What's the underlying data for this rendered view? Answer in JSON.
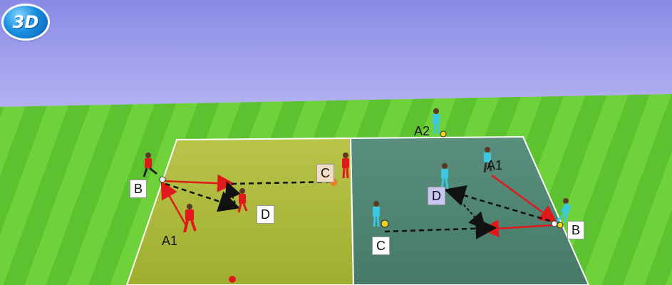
{
  "badge": {
    "label": "3D"
  },
  "labels": {
    "red_b": "B",
    "red_c": "C",
    "red_d": "D",
    "red_a1": "A1",
    "blue_a2": "A2",
    "blue_a1": "A1",
    "blue_d": "D",
    "blue_c": "C",
    "blue_b": "B"
  },
  "colors": {
    "sky": "#8f8fe8",
    "grass_light": "#6fd23a",
    "grass_dark": "#4fb028",
    "zone_left": "#a8b93c",
    "zone_right": "#4f8a78",
    "team_red": "#e01a1a",
    "team_blue": "#3cc8e0",
    "pass_line": "#e01a1a",
    "run_line": "#111111",
    "ball": "#f0d020",
    "cone": "#f07a20"
  },
  "icons": [
    "3d-view-icon",
    "player-figure-icon",
    "ball-icon",
    "cone-icon"
  ]
}
